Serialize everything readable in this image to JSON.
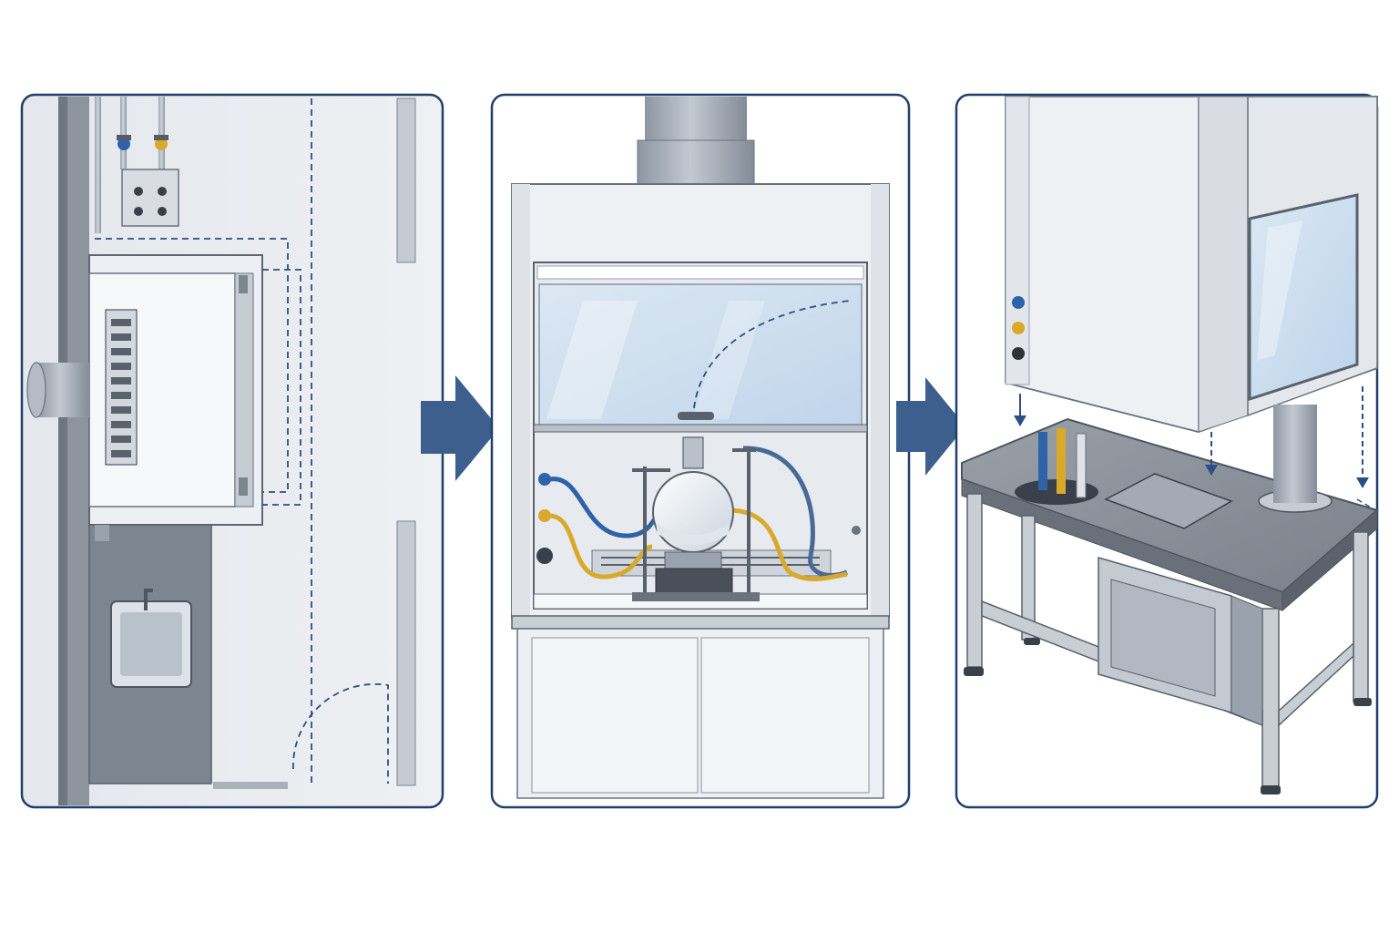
{
  "diagram": {
    "panels": [
      {
        "id": "panel-1",
        "subject": "lab-room-plan-with-wall-unit-and-sink"
      },
      {
        "id": "panel-2",
        "subject": "fume-hood-with-glassware-setup"
      },
      {
        "id": "panel-3",
        "subject": "canopy-and-service-bench-install"
      }
    ],
    "flow": [
      "panel-1",
      "panel-2",
      "panel-3"
    ],
    "colors": {
      "panel_border": "#1f3f6b",
      "arrow": "#3d5f8e",
      "steel_light": "#e6e9ee",
      "steel_mid": "#b9c0ca",
      "steel_dark": "#7d8694",
      "bench_top": "#8a8f98",
      "glass": "#cfe0f0",
      "gas_yellow": "#d9a92b",
      "water_blue": "#2f62a8",
      "dashed_guide": "#2a4f85"
    },
    "icons": [
      "right-arrow-icon",
      "down-arrow-icon",
      "valve-icon",
      "socket-icon"
    ]
  }
}
